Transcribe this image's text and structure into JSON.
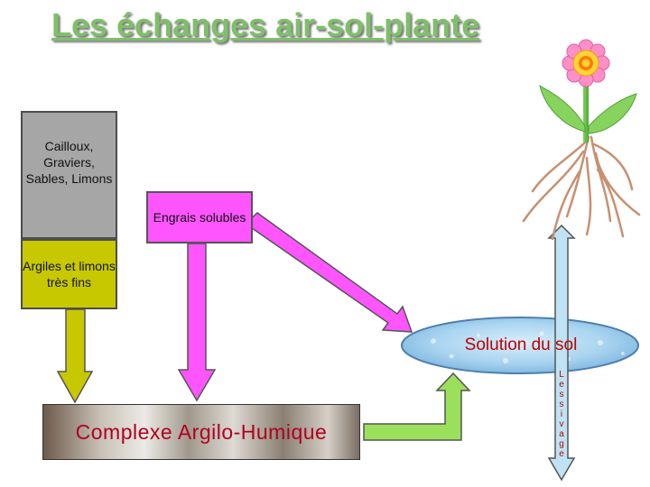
{
  "title": "Les échanges air-sol-plante",
  "boxes": {
    "gravel": "Cailloux, Graviers, Sables, Limons",
    "clay": "Argiles et limons très fins",
    "fertilizer": "Engrais solubles",
    "complex": "Complexe Argilo-Humique",
    "solution": "Solution du sol"
  },
  "lessivage": [
    "L",
    "e",
    "s",
    "s",
    "i",
    "v",
    "a",
    "g",
    "e"
  ],
  "colors": {
    "title": "#7fbf6a",
    "gravel": "#a6a6a6",
    "clay": "#c8c800",
    "fertilizer": "#ff55ff",
    "solution": "#8fc2e8",
    "arrow_green": "#9be05a",
    "arrow_blue": "#bfe3f5",
    "label_red": "#c00000"
  }
}
